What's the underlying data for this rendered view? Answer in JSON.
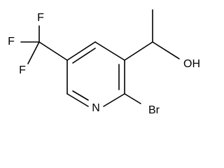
{
  "molecule": {
    "atoms": {
      "f_top": "F",
      "f_left": "F",
      "f_bottom": "F",
      "oh": "OH",
      "n": "N",
      "br": "Br"
    }
  }
}
